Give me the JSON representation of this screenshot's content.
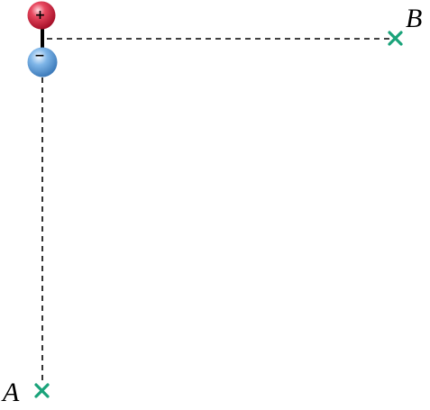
{
  "diagram": {
    "points": [
      {
        "id": "A",
        "label": "A",
        "marker": "x-mark-icon"
      },
      {
        "id": "B",
        "label": "B",
        "marker": "x-mark-icon"
      }
    ],
    "dipole": {
      "positive_sign": "+",
      "negative_sign": "−",
      "positive_icon": "positive-charge-sphere-icon",
      "negative_icon": "negative-charge-sphere-icon"
    },
    "colors": {
      "positive_charge": "#d11e3a",
      "negative_charge": "#5aa0dc",
      "marker": "#1aa37a",
      "line": "#000000"
    }
  }
}
